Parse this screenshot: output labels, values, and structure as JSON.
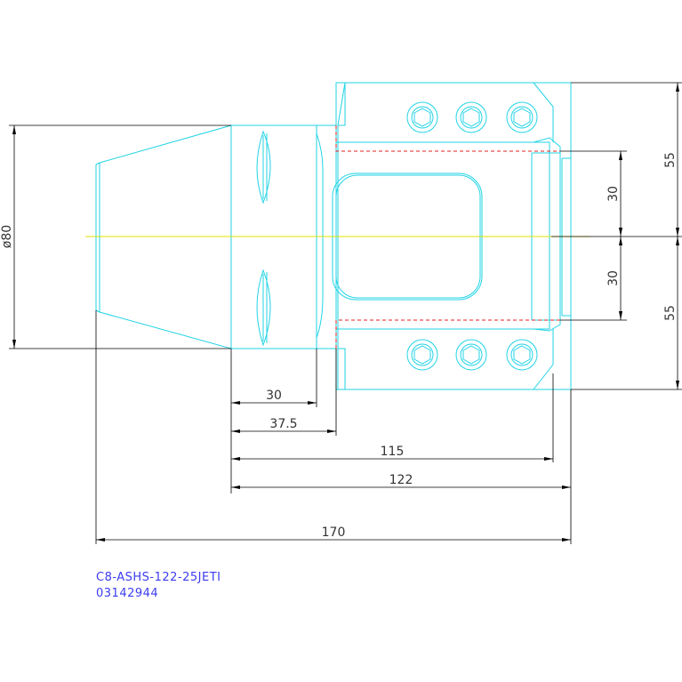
{
  "colors": {
    "outline": "#22d3e6",
    "dimension": "#000000",
    "centerline": "#e0e000",
    "hidden": "#e02020",
    "text": "#333333",
    "title": "#3c3cf0"
  },
  "dimensions": {
    "d30_left": "30",
    "d37_5": "37.5",
    "d115": "115",
    "d122": "122",
    "d170": "170",
    "dia80": "ø80",
    "v55_top": "55",
    "v55_bottom": "55",
    "v30_top": "30",
    "v30_bottom": "30"
  },
  "title_block": {
    "part_name": "C8-ASHS-122-25JETI",
    "part_number": "03142944"
  }
}
